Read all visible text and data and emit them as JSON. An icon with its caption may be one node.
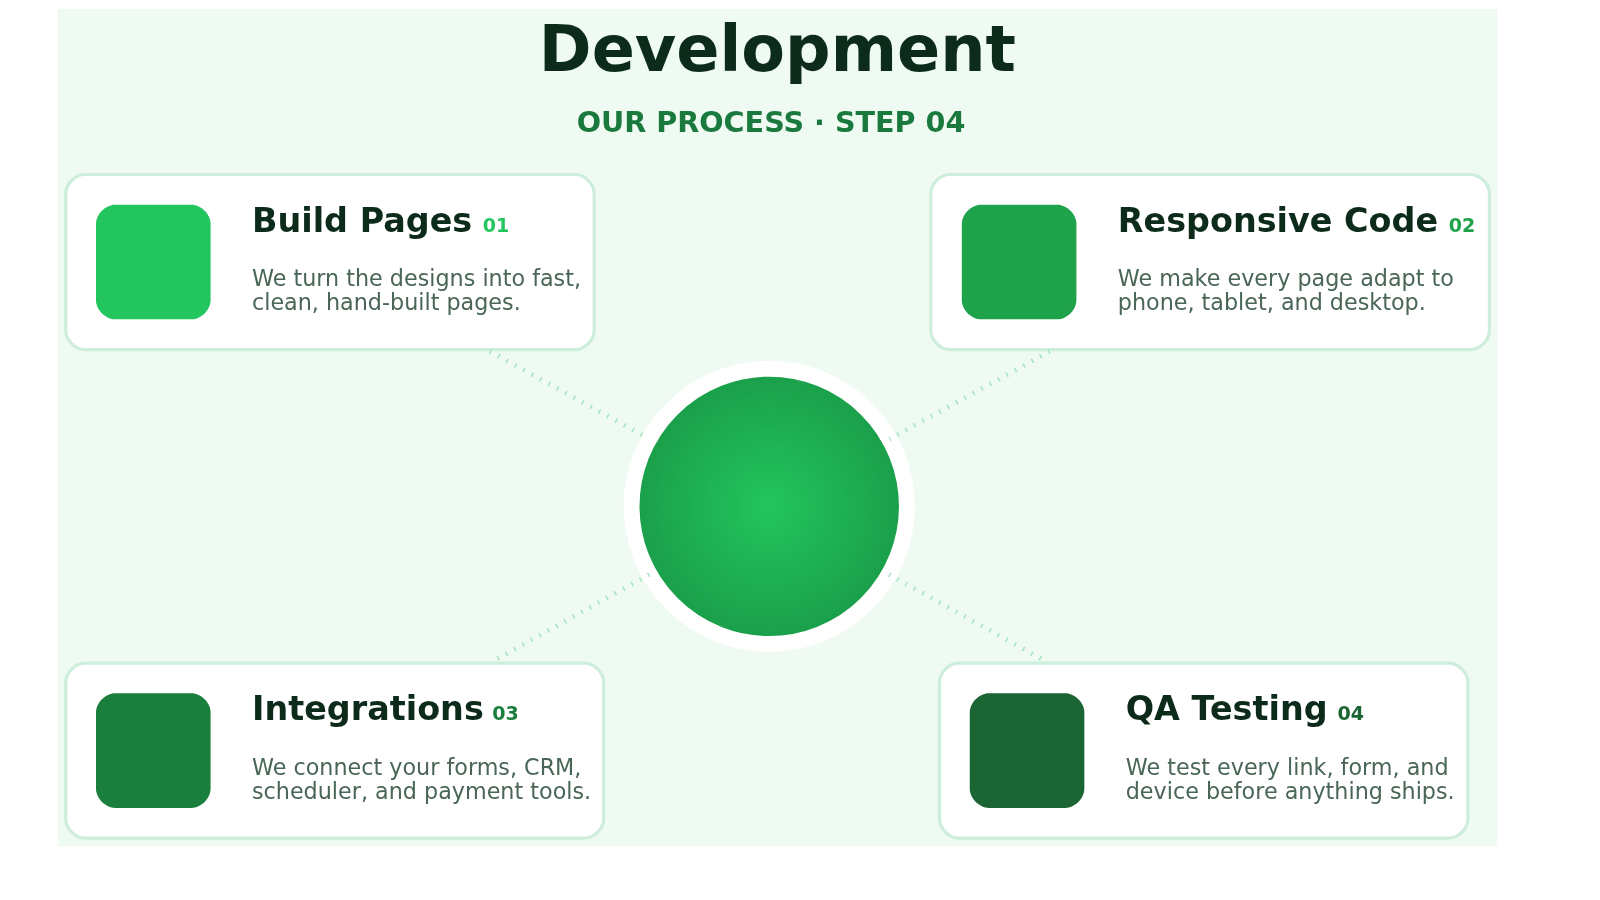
{
  "diagram": {
    "title": "Development",
    "nodes": [
      {
        "text": [
          "Build Pages",
          "01",
          "We turn the designs into fast, clean, hand-built pages."
        ]
      },
      {
        "text": [
          "Responsive Code",
          "02",
          "We make every page adapt to phone, tablet, and desktop."
        ]
      },
      {
        "text": [],
        "shape": "circle"
      },
      {
        "text": [
          "Integrations",
          "03",
          "We connect your forms, CRM, scheduler, and payment tools."
        ]
      },
      {
        "text": [
          "QA Testing",
          "04",
          "We test every link, form, and device before anything ships."
        ]
      }
    ],
    "edges": [
      {
        "from": 0,
        "to": 2,
        "arrow": "none",
        "style": "dashed"
      },
      {
        "from": 1,
        "to": 2,
        "arrow": "none",
        "style": "dashed"
      },
      {
        "from": 2,
        "to": 3,
        "arrow": "none",
        "style": "dashed"
      },
      {
        "from": 2,
        "to": 4,
        "arrow": "none",
        "style": "dashed"
      }
    ],
    "labels": [
      "OUR PROCESS · STEP 04"
    ]
  }
}
